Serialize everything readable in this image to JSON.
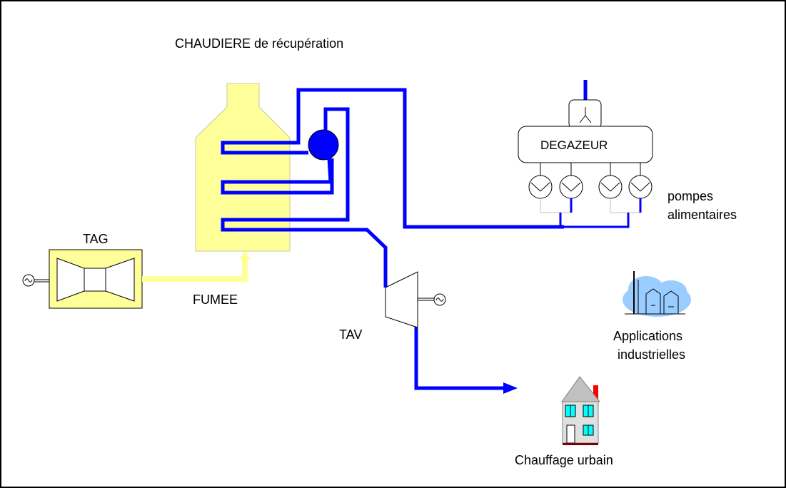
{
  "labels": {
    "boiler_title": "CHAUDIERE de récupération",
    "degasser": "DEGAZEUR",
    "feed_pumps_line1": "pompes",
    "feed_pumps_line2": "alimentaires",
    "gas_turbine": "TAG",
    "flue_gas": "FUMEE",
    "steam_turbine": "TAV",
    "industrial_line1": "Applications",
    "industrial_line2": "industrielles",
    "district_heating": "Chauffage urbain"
  },
  "colors": {
    "steam_pipe": "#0000ff",
    "boiler_fill": "#ffff99",
    "gas_turbine_fill": "#ffff99",
    "flue_gas_duct": "#ffff99",
    "steam_drum": "#0000ff",
    "border": "#000000",
    "house_window": "#00ffff",
    "chimney": "#ff0000",
    "cloud": "#99ccff"
  }
}
